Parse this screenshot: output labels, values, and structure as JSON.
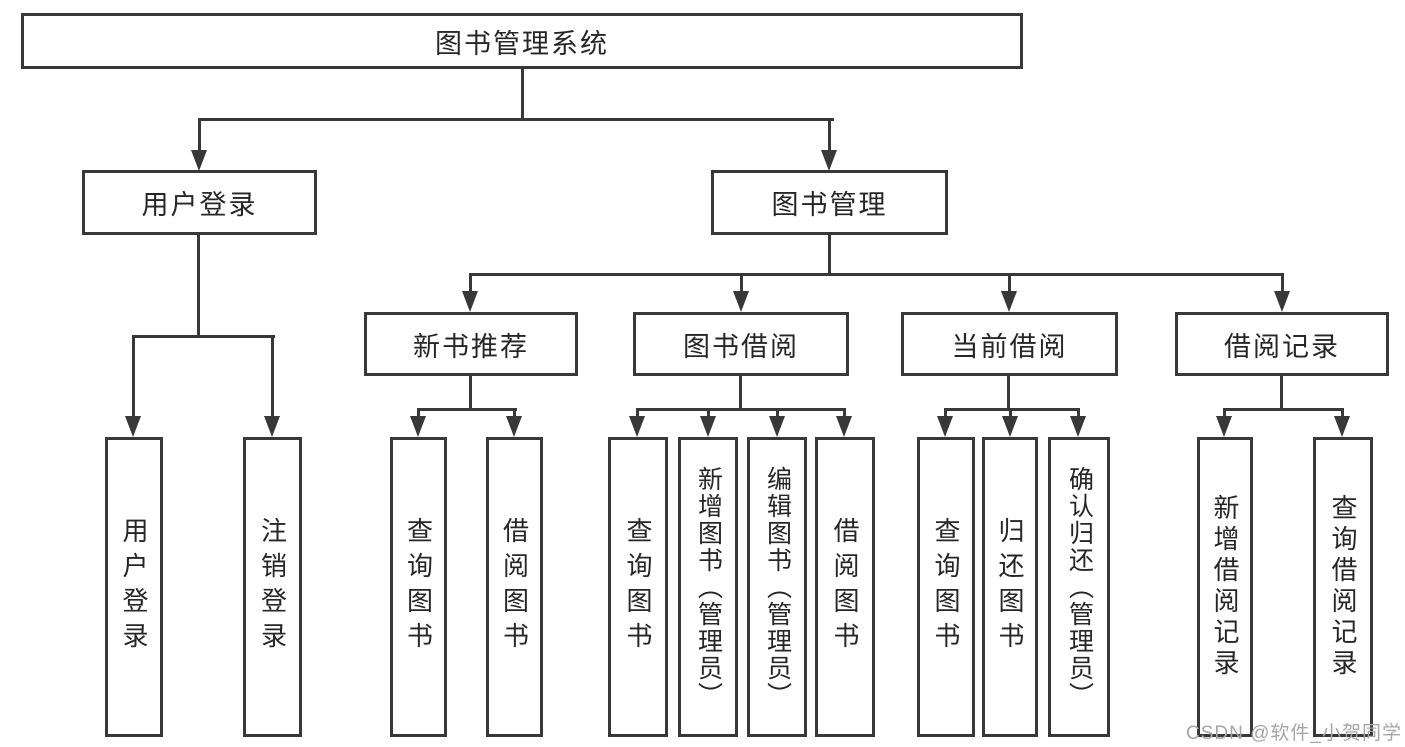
{
  "page": {
    "background": "#ffffff"
  },
  "style_colors": {
    "connector_line": "#383838",
    "box_border": "#383838",
    "box_fill": "#ffffff",
    "text": "#262626",
    "watermark": "#a6a6a6"
  },
  "watermark": {
    "text": "CSDN @软件_小贺同学"
  },
  "tree": {
    "root": {
      "label": "图书管理系统"
    },
    "branches": [
      {
        "label": "用户登录",
        "children": [
          {
            "label": "用户登录"
          },
          {
            "label": "注销登录"
          }
        ]
      },
      {
        "label": "图书管理",
        "children": [
          {
            "label": "新书推荐",
            "children": [
              {
                "label": "查询图书"
              },
              {
                "label": "借阅图书"
              }
            ]
          },
          {
            "label": "图书借阅",
            "children": [
              {
                "label": "查询图书"
              },
              {
                "label": "新增图书（管理员）"
              },
              {
                "label": "编辑图书（管理员）"
              },
              {
                "label": "借阅图书"
              }
            ]
          },
          {
            "label": "当前借阅",
            "children": [
              {
                "label": "查询图书"
              },
              {
                "label": "归还图书"
              },
              {
                "label": "确认归还（管理员）"
              }
            ]
          },
          {
            "label": "借阅记录",
            "children": [
              {
                "label": "新增借阅记录"
              },
              {
                "label": "查询借阅记录"
              }
            ]
          }
        ]
      }
    ]
  }
}
